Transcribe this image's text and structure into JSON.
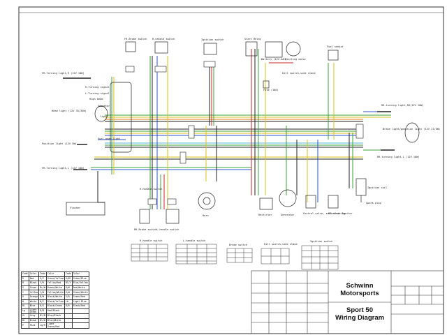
{
  "title_block": {
    "company_line1": "Schwinn",
    "company_line2": "Motorsports",
    "drawing_line1": "Sport 50",
    "drawing_line2": "Wiring Diagram"
  },
  "components": {
    "fr_brake_switch": "FR.Brake switch",
    "r_handle_switch_top": "R.handle switch",
    "ignition_switch_top": "Ignition switch",
    "start_relay": "Start Relay",
    "battery": "Battery (12V.4AH)",
    "starting_motor": "Starting motor",
    "kill_switch_side_stand": "Kill switch,side stand",
    "fuel_sensor": "Fuel sensor",
    "fuse": "Fuse (10A)",
    "fr_turning_light_r": "FR.Turning light,R (12V 10W)",
    "head_light": "Head light (12V 35/35W)",
    "position_light": "Position light (12V 5W)",
    "fr_turning_light_l": "FR.Turning light,L (12V 10W)",
    "r_turning_signal": "R.Turning signal",
    "l_turning_signal": "L.Turning signal",
    "high_beam": "High beam",
    "odometer": "Odometer",
    "light": "light",
    "fuel_gage_light": "Fuel gage light",
    "flasher": "Flasher",
    "horn": "Horn",
    "rr_brake_switch": "RR.Brake switch",
    "l_handle_switch": "L.handle switch",
    "r_handle_switch_bottom": "R.handle switch",
    "rectifier": "Rectifier",
    "generator": "Generator",
    "control_valve": "Control valve, seal starting",
    "electric_igniter": "Electric Igniter",
    "ignition_coil": "Ignition coil",
    "spark_plug": "Spark plug",
    "rr_turning_light_r": "RR.turning light,RR(12V 10W)",
    "brake_light": "Brake light/position light (12V 21/5W)",
    "rr_turning_light_l": "RR.turning light,L (12V 10W)"
  },
  "switch_tables": {
    "r_handle": "R.handle switch",
    "l_handle": "L.handle switch",
    "brake": "Brake switch",
    "kill": "Kill switch,side stand",
    "ignition": "Ignition switch"
  },
  "color_legend": {
    "headers": [
      "Code",
      "Color",
      "Code",
      "Color",
      "Code",
      "Color"
    ],
    "rows": [
      [
        "R",
        "Red",
        "G/Y",
        "Green/Yellow",
        "G/Bl",
        "Green/Blue"
      ],
      [
        "B",
        "Black",
        "Y/R",
        "Yellow/Red",
        "Bl/Y",
        "Blue/Yellow"
      ],
      [
        "G",
        "Green",
        "Br/W",
        "Brown/White",
        "R/W",
        "Red/White"
      ],
      [
        "Y",
        "Yellow",
        "Y/W",
        "Yellow/White",
        "G/W",
        "Green/White"
      ],
      [
        "O",
        "Orange",
        "B/W",
        "Black/White",
        "G/R",
        "Green/Red"
      ],
      [
        "W",
        "White",
        "B/Y",
        "Black/Yellow",
        "Lb",
        "Light Blue"
      ],
      [
        "Bl",
        "Blue",
        "B/G",
        "Black/Green",
        "B/R",
        "Black/Red"
      ],
      [
        "Lg",
        "Light Green",
        "R/B",
        "Red/Black",
        "",
        ""
      ],
      [
        "Gr",
        "Grey",
        "Bl/B",
        "Blue/Black",
        "",
        ""
      ],
      [
        "Br",
        "Brown",
        "Bl/W",
        "Blue/White",
        "",
        ""
      ],
      [
        "P",
        "Pink",
        "Lg/R",
        "Light Green/Red",
        "",
        ""
      ]
    ]
  },
  "colors": {
    "wire_green": "#3aa33a",
    "wire_yellow": "#d8c21a",
    "wire_blue": "#2a4fd0",
    "wire_red": "#d22020",
    "wire_black": "#222222",
    "wire_orange": "#e07a10",
    "wire_lightblue": "#5ab0e0",
    "frame": "#333333"
  }
}
